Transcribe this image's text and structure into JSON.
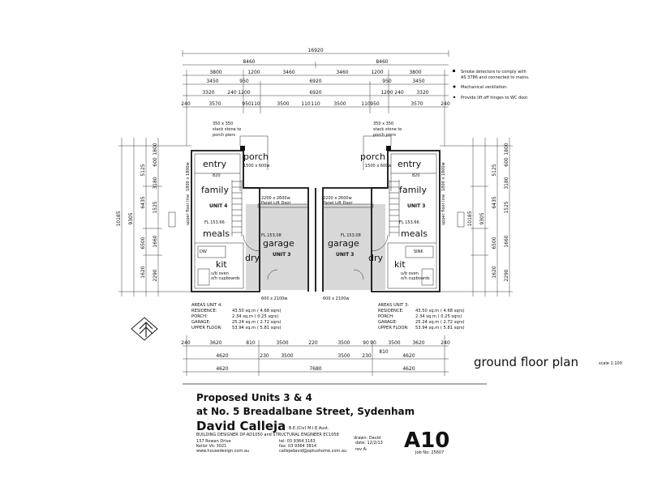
{
  "dims_top": {
    "overall": "16920",
    "halves": [
      "8460",
      "8460"
    ],
    "row3": [
      "3800",
      "1200",
      "3460",
      "3460",
      "1200",
      "3800"
    ],
    "row4": [
      "3450",
      "950",
      "6920",
      "950",
      "3450"
    ],
    "row5": [
      "3320",
      "240",
      "1200",
      "6920",
      "1200",
      "240",
      "3320"
    ],
    "row6": [
      "240",
      "3570",
      "950",
      "110",
      "3500",
      "110",
      "110",
      "3500",
      "110",
      "950",
      "3570",
      "240"
    ]
  },
  "dims_bottom": {
    "row1": [
      "240",
      "3620",
      "810",
      "3500",
      "220",
      "3500",
      "90",
      "90",
      "3500",
      "810",
      "3620",
      "240"
    ],
    "row2": [
      "4620",
      "230",
      "3500",
      "3500",
      "230",
      "4620"
    ],
    "row3": [
      "4620",
      "7680",
      "4620"
    ]
  },
  "dims_left": [
    "1800",
    "600",
    "3180",
    "1525",
    "6435",
    "1660",
    "2290",
    "10185",
    "9305",
    "5125",
    "6500",
    "1620"
  ],
  "dims_right": [
    "1800",
    "600",
    "3180",
    "1525",
    "6435",
    "1660",
    "2290",
    "10185",
    "9305",
    "5125",
    "6500",
    "1620"
  ],
  "notes": [
    "Smoke detectors to comply with",
    "AS 3786 and connected to mains.",
    "Mechanical ventilation.",
    "Provide lift off hinges to WC door."
  ],
  "plan": {
    "porch_note": [
      "350 x 350",
      "stack stone to",
      "porch piers"
    ],
    "rooms": {
      "porch": "porch",
      "entry": "entry",
      "family": "family",
      "meals": "meals",
      "kit": "kit",
      "garage": "garage",
      "dry": "dry"
    },
    "unit_left": "UNIT 4",
    "unit_right": "UNIT 3",
    "garage_unit_left": "UNIT 3",
    "garage_unit_right": "UNIT 3",
    "garage_door": [
      "2200 x 2600w",
      "Panel Lift Door"
    ],
    "upper_floor_line": "upper floor line",
    "fl_level_left": "FL 153.66",
    "fl_level_right": "FL 153.66",
    "garage_fl_left": "FL 153.08",
    "garage_fl_right": "FL 153.08",
    "door_820": "820",
    "window_top": "1500 x 600w",
    "window_side": "1800 x 1800w",
    "window_bottom_left": "600 x 2100w",
    "window_bottom_right": "600 x 2100w",
    "oven_label": [
      "u/b oven",
      "o/h cupboards"
    ],
    "dw": "DW",
    "sink": "SINK"
  },
  "areas_left": {
    "title": "AREAS UNIT 4:",
    "rows": [
      [
        "RESIDENCE:",
        "43.50 sq.m ( 4.68 sqrs)"
      ],
      [
        "PORCH:",
        "2.34 sq.m ( 0.25 sqrs)"
      ],
      [
        "GARAGE:",
        "25.24 sq.m ( 2.72 sqrs)"
      ],
      [
        "UPPER FLOOR:",
        "53.94 sq.m ( 5.81 sqrs)"
      ]
    ]
  },
  "areas_right": {
    "title": "AREAS UNIT 3:",
    "rows": [
      [
        "RESIDENCE:",
        "43.50 sq.m ( 4.68 sqrs)"
      ],
      [
        "PORCH:",
        "2.34 sq.m ( 0.25 sqrs)"
      ],
      [
        "GARAGE:",
        "25.24 sq.m ( 2.72 sqrs)"
      ],
      [
        "UPPER FLOOR:",
        "53.94 sq.m ( 5.81 sqrs)"
      ]
    ]
  },
  "plan_title": "ground floor plan",
  "plan_scale": "scale 1:100",
  "title_block": {
    "project_line1": "Proposed Units 3 & 4",
    "project_line2": "at No. 5 Breadalbane Street, Sydenham",
    "designer": "David Calleja",
    "designer_quals": "B.E.(Civ) M.I.E.Aust.",
    "designer_role": "BUILDING DESIGNER DP-AD1050 and STRUCTURAL ENGINEER EC1058",
    "address_line1": "137 Rowan Drive",
    "address_line2": "Keilor Vic 3021",
    "website": "www.housedesign.com.au",
    "tel": "tel: 03 9364 1163",
    "fax": "fax: 03 9364 3814",
    "email": "callejadavid@optushome.com.au",
    "drawn": "drawn: David",
    "date": "date: 12/2/13",
    "rev": "rev A:",
    "sheet": "A10",
    "job": "Job No: 25607"
  }
}
